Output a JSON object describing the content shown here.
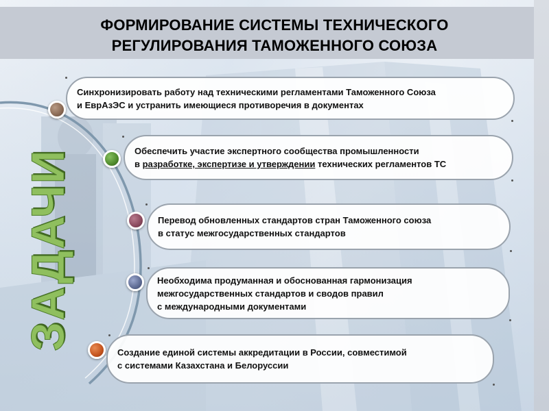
{
  "title": {
    "line1": "ФОРМИРОВАНИЕ СИСТЕМЫ ТЕХНИЧЕСКОГО",
    "line2": "РЕГУЛИРОВАНИЯ ТАМОЖЕННОГО СОЮЗА"
  },
  "side_label": "ЗАДАЧИ",
  "colors": {
    "bullet1": "#8a6a55",
    "bullet2": "#4f8a2c",
    "bullet3": "#8a4a5e",
    "bullet4": "#5d6a92",
    "bullet5": "#c4541e",
    "side_label": "#8fbf5e",
    "arc": "#7f98ad"
  },
  "tasks": [
    {
      "line1": "Синхронизировать работу над техническими регламентами Таможенного Союза",
      "line2": "и  ЕврАзЭС и устранить имеющиеся противоречия в документах"
    },
    {
      "line1": "Обеспечить участие экспертного сообщества промышленности",
      "line2_pre": "в ",
      "line2_underlined": "разработке, экспертизе и утверждении",
      "line2_post": " технических регламентов ТС"
    },
    {
      "line1": "Перевод обновленных стандартов стран Таможенного союза",
      "line2": "в статус межгосударственных стандартов"
    },
    {
      "line1": "Необходима продуманная и обоснованная гармонизация",
      "line2": "межгосударственных стандартов и сводов правил",
      "line3": "с международными документами"
    },
    {
      "line1": "Создание единой системы аккредитации в России, совместимой",
      "line2": "с системами Казахстана и Белоруссии"
    }
  ]
}
